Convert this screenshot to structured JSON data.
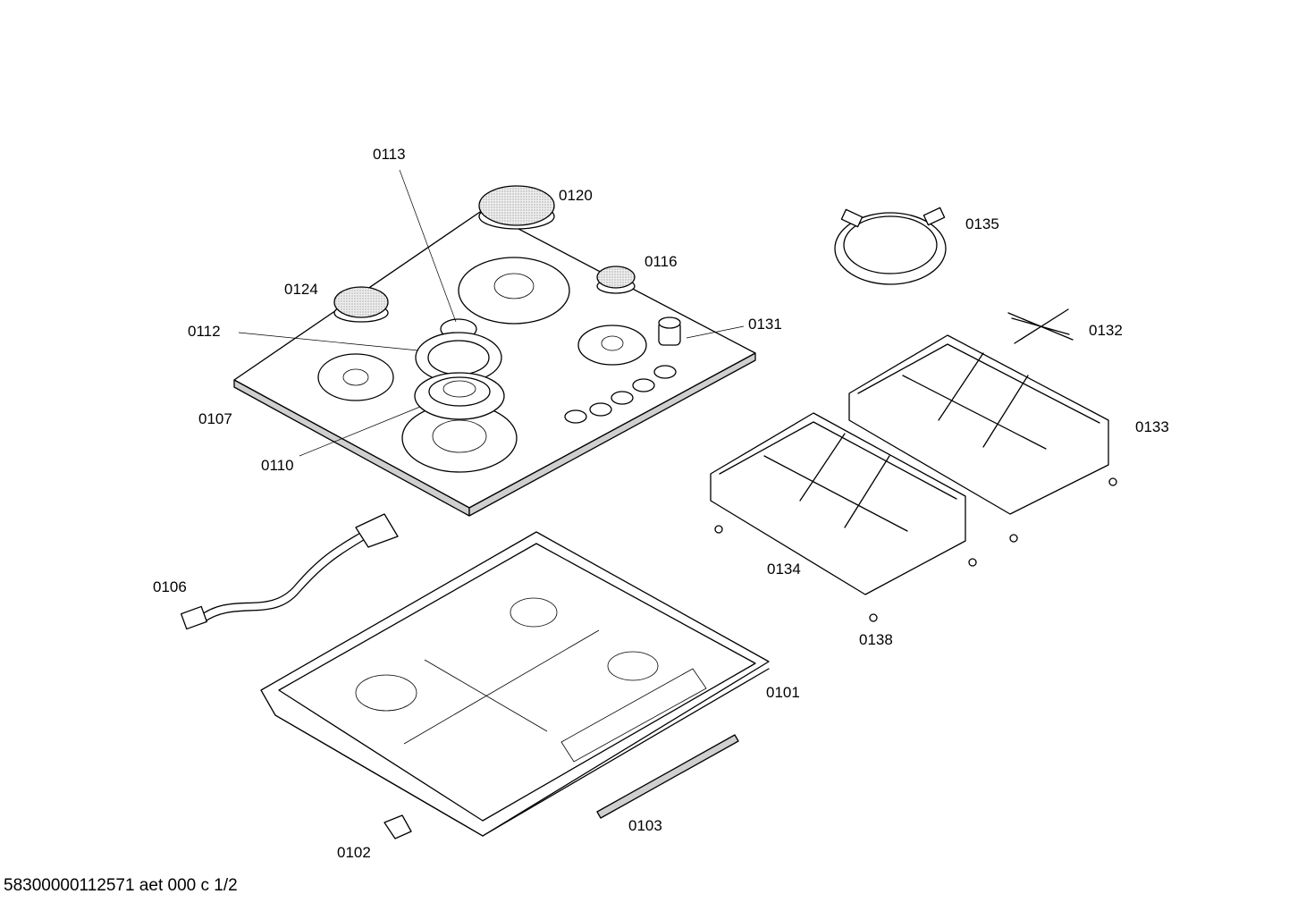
{
  "labels": {
    "p0113": "0113",
    "p0120": "0120",
    "p0135": "0135",
    "p0116": "0116",
    "p0124": "0124",
    "p0112": "0112",
    "p0131": "0131",
    "p0132": "0132",
    "p0107": "0107",
    "p0110": "0110",
    "p0133": "0133",
    "p0106": "0106",
    "p0134": "0134",
    "p0138": "0138",
    "p0101": "0101",
    "p0103": "0103",
    "p0102": "0102"
  },
  "footer": "58300000112571 aet 000 c 1/2"
}
